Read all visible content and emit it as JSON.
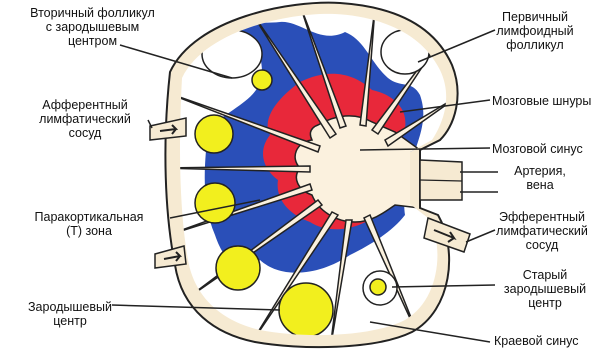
{
  "labels": {
    "secondary_follicle": [
      "Вторичный фолликул",
      "с зародышевым",
      "центром"
    ],
    "primary_follicle": [
      "Первичный",
      "лимфоидный",
      "фолликул"
    ],
    "afferent_vessel": [
      "Афферентный",
      "лимфатический",
      "сосуд"
    ],
    "medullary_cords": "Мозговые шнуры",
    "medullary_sinus": "Мозговой синус",
    "artery_vein": [
      "Артерия,",
      "вена"
    ],
    "paracortical_zone": [
      "Паракортикальная",
      "(Т) зона"
    ],
    "efferent_vessel": [
      "Эфферентный",
      "лимфатический",
      "сосуд"
    ],
    "old_germinal_center": [
      "Старый",
      "зародышевый",
      "центр"
    ],
    "germinal_center": [
      "Зародышевый",
      "центр"
    ],
    "marginal_sinus": "Краевой синус"
  },
  "colors": {
    "capsule": "#f6ead2",
    "outline": "#222222",
    "cortex": "#2a4fb8",
    "medulla": "#e8283a",
    "follicle": "#f2ef1e",
    "sinus": "#fbf1de"
  }
}
